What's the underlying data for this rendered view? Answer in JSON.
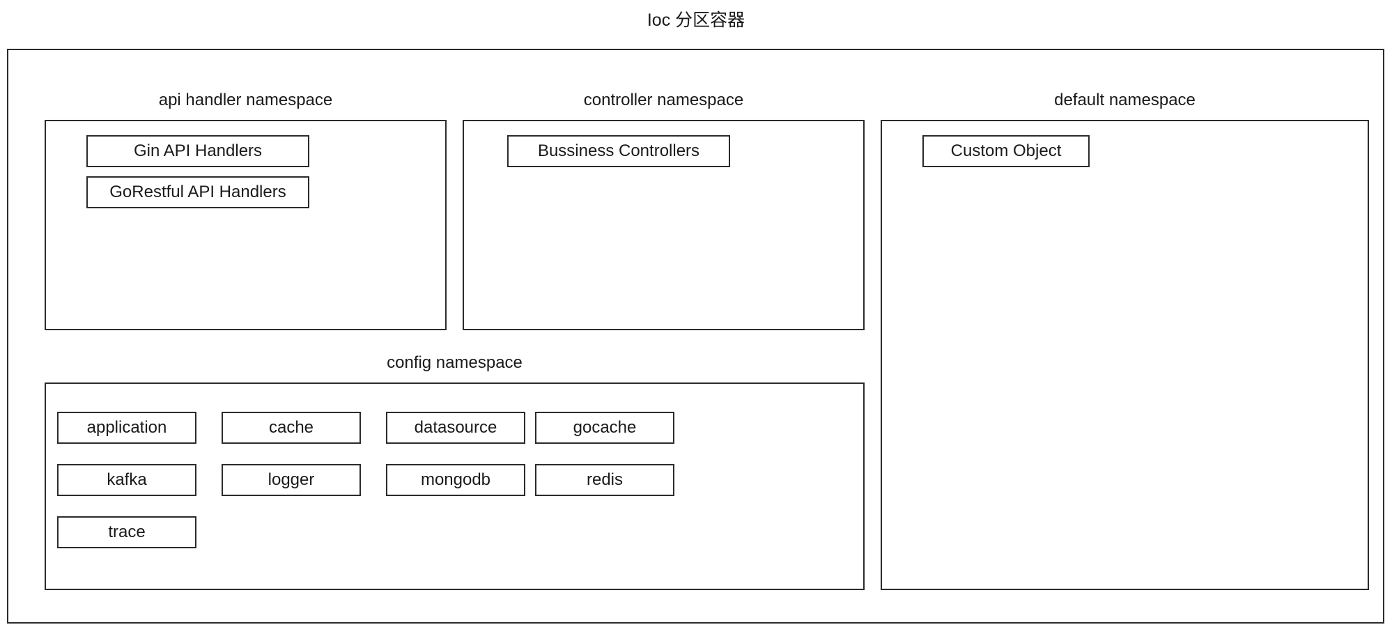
{
  "diagram": {
    "title": "Ioc 分区容器",
    "container_name": "ioc-partition-container"
  },
  "namespaces": [
    {
      "id": "api-handler",
      "label": "api handler namespace",
      "items": [
        {
          "label": "Gin API Handlers"
        },
        {
          "label": "GoRestful API Handlers"
        }
      ]
    },
    {
      "id": "controller",
      "label": "controller namespace",
      "items": [
        {
          "label": "Bussiness Controllers"
        }
      ]
    },
    {
      "id": "default",
      "label": "default namespace",
      "items": [
        {
          "label": "Custom Object"
        }
      ]
    },
    {
      "id": "config",
      "label": "config namespace",
      "items": [
        {
          "label": "application"
        },
        {
          "label": "cache"
        },
        {
          "label": "datasource"
        },
        {
          "label": "gocache"
        },
        {
          "label": "kafka"
        },
        {
          "label": "logger"
        },
        {
          "label": "mongodb"
        },
        {
          "label": "redis"
        },
        {
          "label": "trace"
        }
      ]
    }
  ],
  "colors": {
    "stroke": "#2b2b2b",
    "fill": "#ffffff",
    "text": "#1a1a1a"
  }
}
